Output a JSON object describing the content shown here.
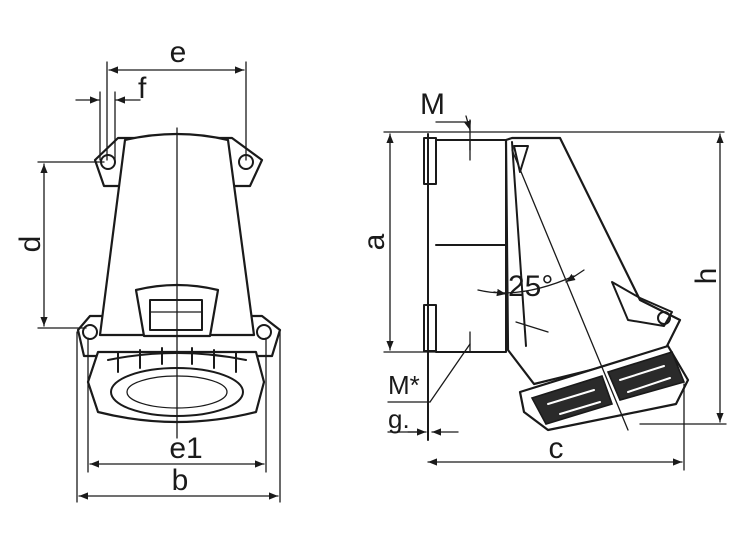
{
  "labels": {
    "e": "e",
    "f": "f",
    "d": "d",
    "e1": "e1",
    "b": "b",
    "M_top": "M",
    "a": "a",
    "angle": "25°",
    "h": "h",
    "M_star": "M*",
    "g": "g.",
    "c": "c"
  },
  "colors": {
    "stroke": "#1a1a1a",
    "background": "#ffffff"
  }
}
